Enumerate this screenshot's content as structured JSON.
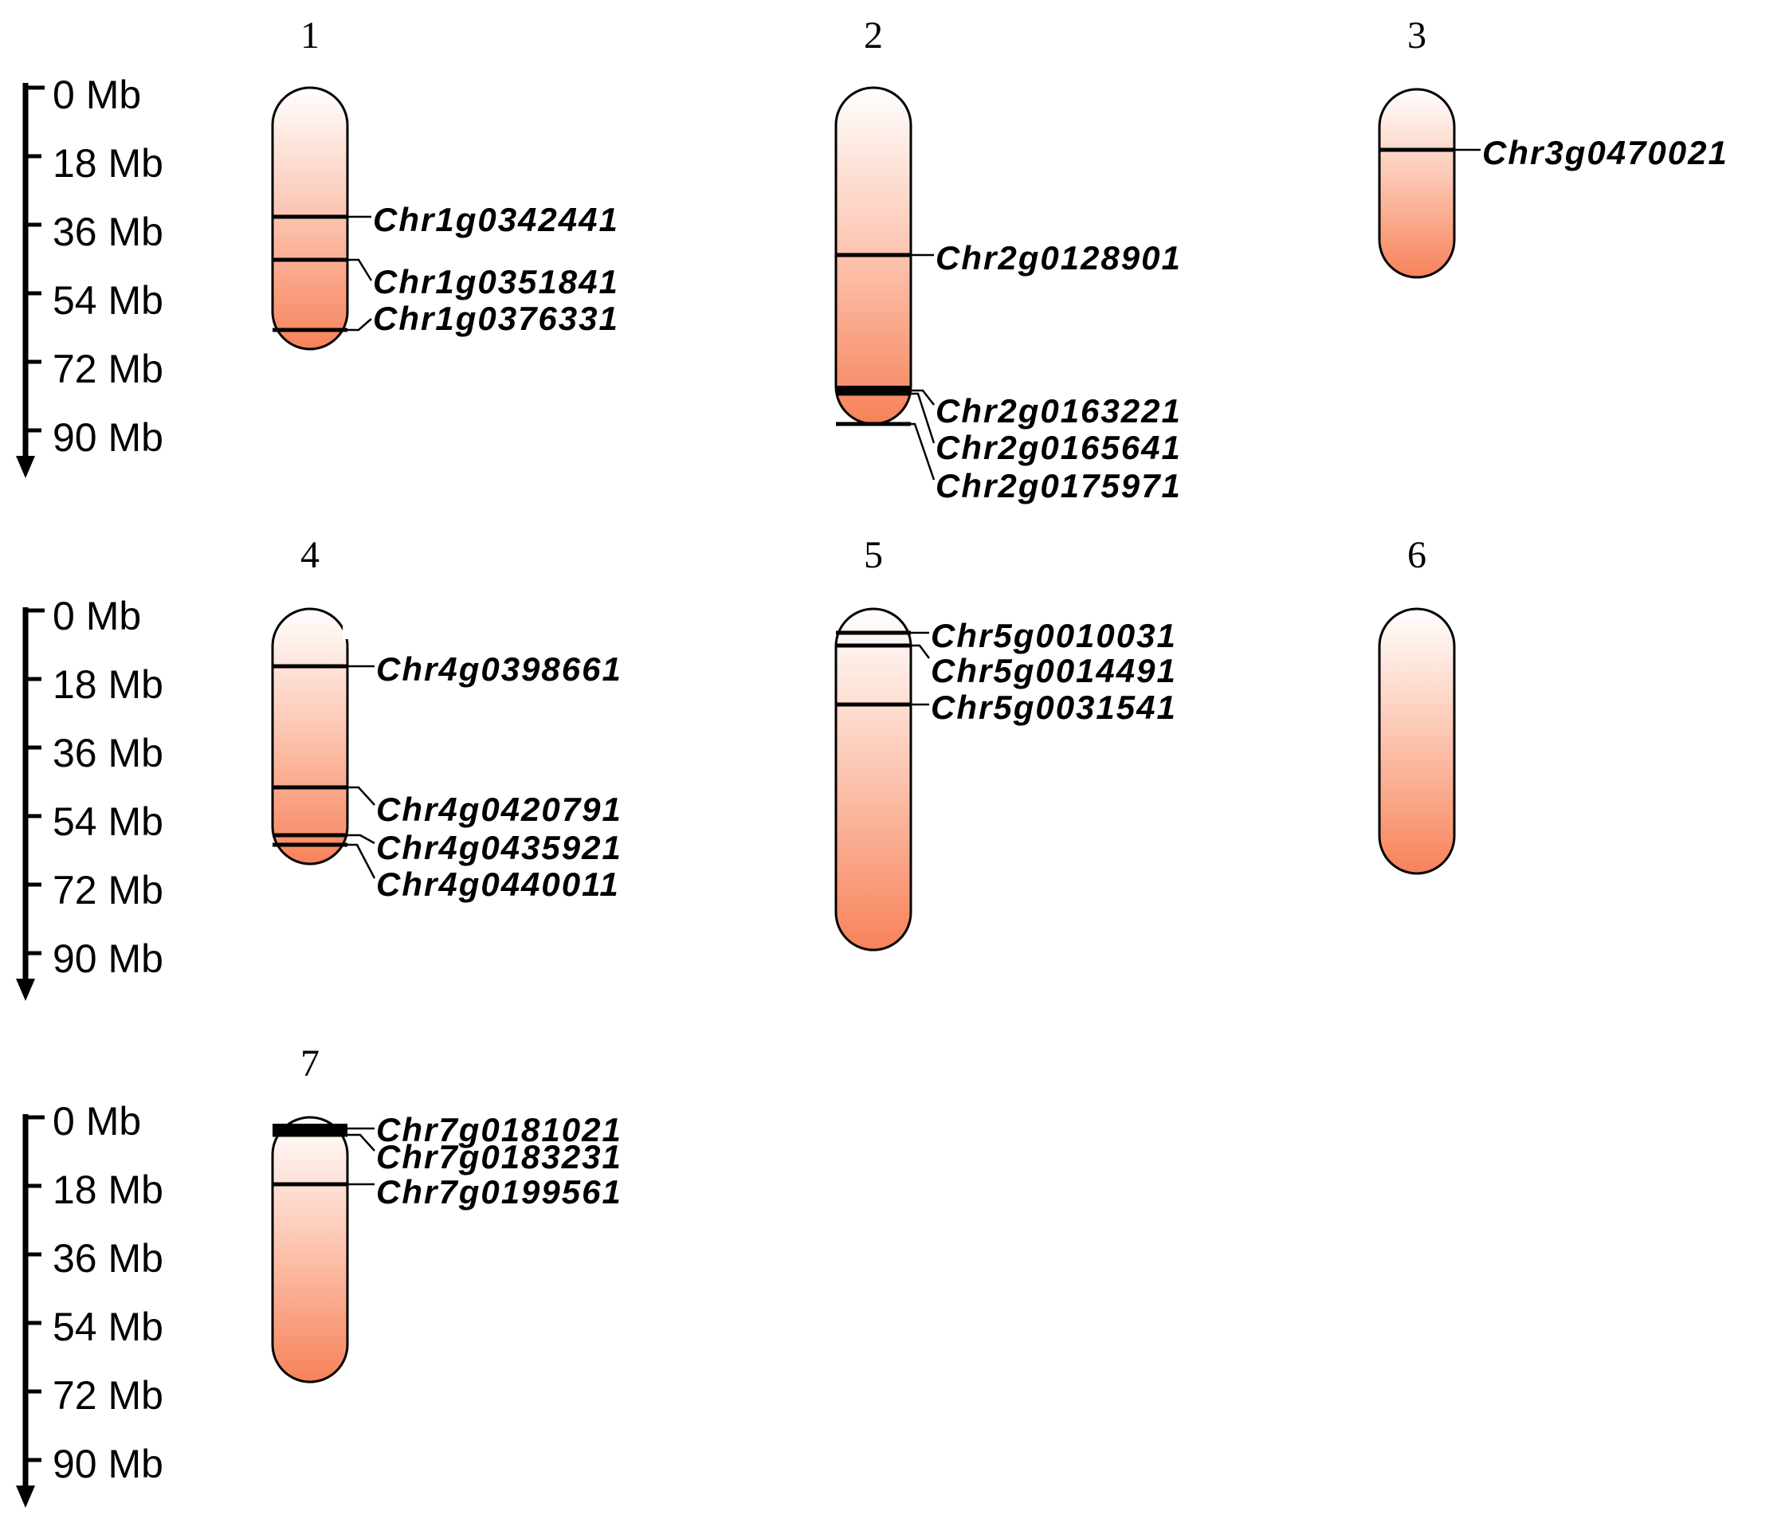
{
  "scale": {
    "tick_labels": [
      "0 Mb",
      "18 Mb",
      "36 Mb",
      "54 Mb",
      "72 Mb",
      "90 Mb"
    ]
  },
  "chromosomes": [
    {
      "number": "1",
      "genes": [
        "Chr1g0342441",
        "Chr1g0351841",
        "Chr1g0376331"
      ]
    },
    {
      "number": "2",
      "genes": [
        "Chr2g0128901",
        "Chr2g0163221",
        "Chr2g0165641",
        "Chr2g0175971"
      ]
    },
    {
      "number": "3",
      "genes": [
        "Chr3g0470021"
      ]
    },
    {
      "number": "4",
      "genes": [
        "Chr4g0398661",
        "Chr4g0420791",
        "Chr4g0435921",
        "Chr4g0440011"
      ]
    },
    {
      "number": "5",
      "genes": [
        "Chr5g0010031",
        "Chr5g0014491",
        "Chr5g0031541"
      ]
    },
    {
      "number": "6",
      "genes": []
    },
    {
      "number": "7",
      "genes": [
        "Chr7g0181021",
        "Chr7g0183231",
        "Chr7g0199561"
      ]
    }
  ],
  "colors": {
    "gradient_top": "#ffffff",
    "gradient_bottom": "#f7825a",
    "outline": "#000000"
  }
}
